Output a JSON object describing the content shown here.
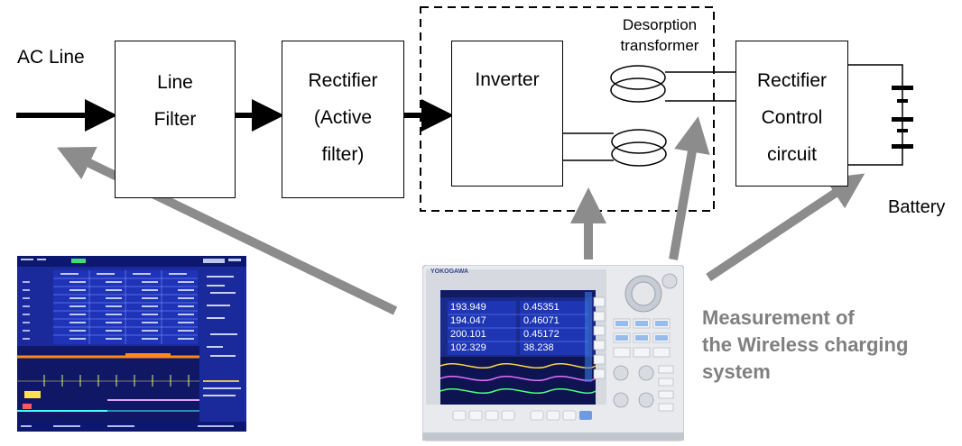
{
  "labels": {
    "ac_line": "AC Line",
    "line_filter": [
      "Line",
      "Filter"
    ],
    "rectifier_active": [
      "Rectifier",
      "(Active",
      "filter)"
    ],
    "inverter": "Inverter",
    "desorption_transformer": [
      "Desorption",
      "transformer"
    ],
    "rectifier_control": [
      "Rectifier",
      "Control",
      "circuit"
    ],
    "battery": "Battery",
    "measurement": [
      "Measurement of",
      "the Wireless charging",
      "system"
    ]
  },
  "colors": {
    "arrow_black": "#000000",
    "arrow_gray": "#8c8c8c",
    "measurement_text": "#808080",
    "screen_bg": "#1a2a9a",
    "instrument_body": "#e8eaee"
  },
  "screen_left": {
    "tables_rows": 9,
    "waveform_rows": 4
  },
  "instrument": {
    "brand": "YOKOGAWA",
    "readings": [
      [
        "193.949",
        "0.45351"
      ],
      [
        "194.047",
        "0.46071"
      ],
      [
        "200.101",
        "0.45172"
      ],
      [
        "102.329",
        "38.238"
      ]
    ]
  }
}
